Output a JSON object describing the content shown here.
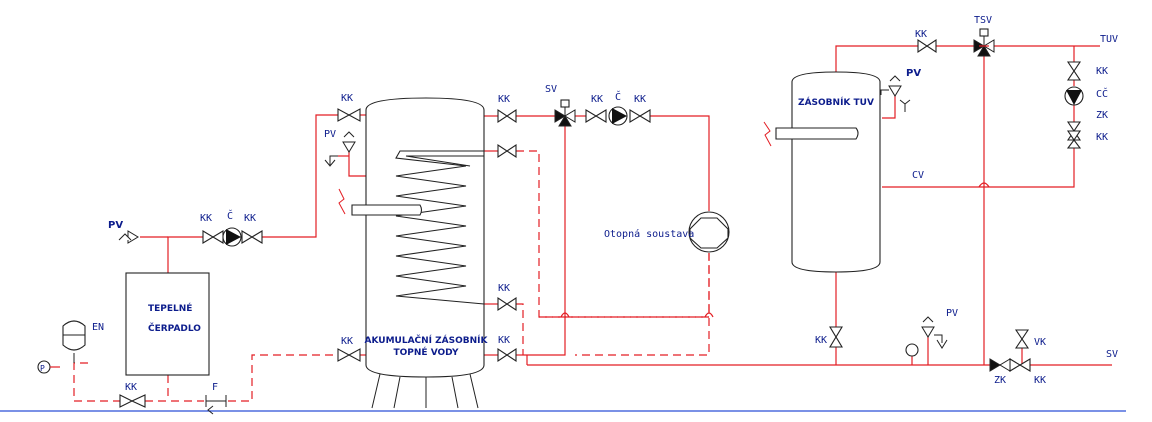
{
  "labels": {
    "kk": "KK",
    "c": "Č",
    "pv": "PV",
    "sv": "SV",
    "tsv": "TSV",
    "tuv": "TUV",
    "cc": "CČ",
    "zk": "ZK",
    "vk": "VK",
    "cv": "CV",
    "en": "EN",
    "p": "P",
    "f": "F"
  },
  "equipment": {
    "heat_pump_line1": "TEPELNÉ",
    "heat_pump_line2": "ČERPADLO",
    "acc_tank_line1": "AKUMULAČNÍ ZÁSOBNÍK",
    "acc_tank_line2": "TOPNÉ VODY",
    "dhw_tank": "ZÁSOBNÍK TUV",
    "heating_system": "Otopná soustava"
  },
  "colors": {
    "pipe": "#e31e24",
    "label": "#0c1c8c",
    "ground": "#2b4fd8"
  }
}
